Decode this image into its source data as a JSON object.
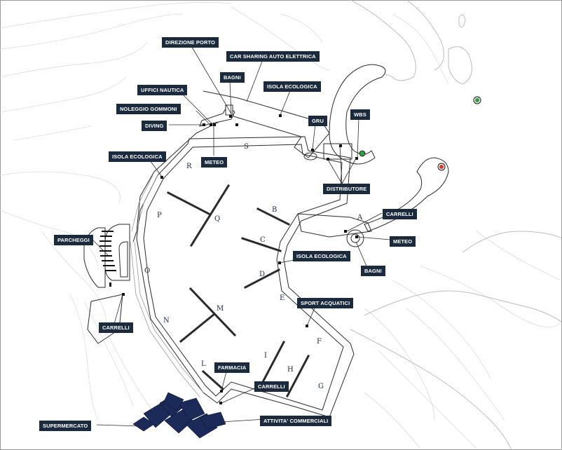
{
  "labels": {
    "direzione_porto": "DIREZIONE PORTO",
    "car_sharing": "CAR SHARING AUTO ELETTRICA",
    "bagni_top": "BAGNI",
    "uffici_nautica": "UFFICI NAUTICA",
    "isola_ecologica_top": "ISOLA ECOLOGICA",
    "noleggio_gommoni": "NOLEGGIO GOMMONI",
    "gru": "GRU",
    "wbs": "WBS",
    "diving": "DIVING",
    "isola_ecologica_left": "ISOLA ECOLOGICA",
    "meteo_top": "METEO",
    "distributore": "DISTRIBUTORE",
    "carrelli_right": "CARRELLI",
    "parcheggi": "PARCHEGGI",
    "meteo_right": "METEO",
    "isola_ecologica_mid": "ISOLA ECOLOGICA",
    "bagni_right": "BAGNI",
    "sport_acquatici": "SPORT ACQUATICI",
    "carrelli_left": "CARRELLI",
    "farmacia": "FARMACIA",
    "carrelli_bottom": "CARRELLI",
    "supermercato": "SUPERMERCATO",
    "attivita_commerciali": "ATTIVITA' COMMERCIALI"
  },
  "piers": {
    "s": "S",
    "r": "R",
    "p": "P",
    "q": "Q",
    "o": "O",
    "n": "N",
    "m": "M",
    "l": "L",
    "i": "I",
    "h": "H",
    "g": "G",
    "f": "F",
    "e": "E",
    "d": "D",
    "c": "C",
    "b": "B",
    "a": "A"
  },
  "markers": [
    {
      "name": "green-marker",
      "color": "#2e9e3a"
    },
    {
      "name": "red-marker",
      "color": "#e53323"
    }
  ],
  "colors": {
    "label_bg": "#1c2a3d",
    "label_text": "#ffffff",
    "building": "#1c2a5a",
    "outline": "#2b2b2b",
    "contour": "#d4d4d4"
  }
}
